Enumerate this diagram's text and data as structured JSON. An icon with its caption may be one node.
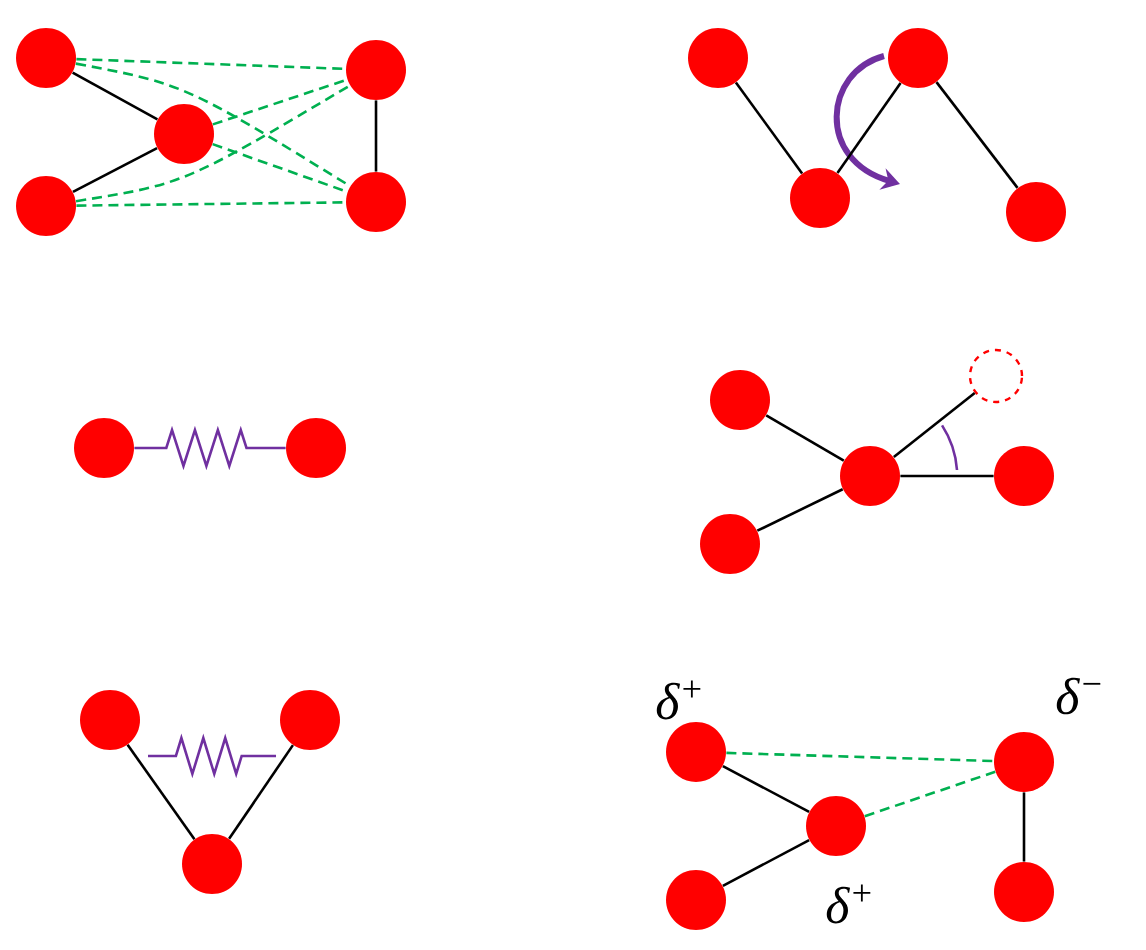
{
  "diagram": {
    "nodes": [
      {
        "text": [],
        "shape": "circle"
      },
      {
        "text": [],
        "shape": "circle"
      },
      {
        "text": [],
        "shape": "circle"
      },
      {
        "text": [],
        "shape": "circle"
      },
      {
        "text": [],
        "shape": "circle"
      },
      {
        "text": [],
        "shape": "circle"
      },
      {
        "text": [],
        "shape": "circle"
      },
      {
        "text": [],
        "shape": "circle"
      },
      {
        "text": [],
        "shape": "circle"
      },
      {
        "text": [],
        "shape": "circle"
      },
      {
        "text": [],
        "shape": "circle"
      },
      {
        "text": [],
        "shape": "circle"
      },
      {
        "text": [],
        "shape": "circle"
      },
      {
        "text": [],
        "shape": "circle"
      },
      {
        "text": [],
        "shape": "circle"
      },
      {
        "text": [],
        "shape": "circle"
      },
      {
        "text": [],
        "shape": "circle"
      },
      {
        "text": [],
        "shape": "circle"
      },
      {
        "text": [],
        "shape": "circle"
      },
      {
        "text": [],
        "shape": "circle",
        "beside": [
          "δ$^{+}$"
        ]
      },
      {
        "text": [],
        "shape": "circle",
        "beside": [
          "δ$^{+}$"
        ]
      },
      {
        "text": [],
        "shape": "circle",
        "beside": [
          "δ$^{−}$"
        ]
      },
      {
        "text": [],
        "shape": "circle"
      },
      {
        "text": [],
        "shape": "circle"
      }
    ],
    "edges": [
      {
        "from": 0,
        "to": 2,
        "arrow": "none"
      },
      {
        "from": 1,
        "to": 2,
        "arrow": "none"
      },
      {
        "from": 3,
        "to": 4,
        "arrow": "none"
      },
      {
        "from": 0,
        "to": 3,
        "arrow": "none",
        "style": "dashed",
        "color": "#00b050"
      },
      {
        "from": 0,
        "to": 4,
        "arrow": "none",
        "style": "dashed",
        "color": "#00b050"
      },
      {
        "from": 1,
        "to": 3,
        "arrow": "none",
        "style": "dashed",
        "color": "#00b050"
      },
      {
        "from": 1,
        "to": 4,
        "arrow": "none",
        "style": "dashed",
        "color": "#00b050"
      },
      {
        "from": 2,
        "to": 3,
        "arrow": "none",
        "style": "dashed",
        "color": "#00b050"
      },
      {
        "from": 2,
        "to": 4,
        "arrow": "none",
        "style": "dashed",
        "color": "#00b050"
      },
      {
        "from": 5,
        "to": 6,
        "arrow": "none"
      },
      {
        "from": 6,
        "to": 7,
        "arrow": "none"
      },
      {
        "from": 7,
        "to": 8,
        "arrow": "none"
      },
      {
        "from": 9,
        "to": 10,
        "arrow": "none",
        "color": "#7030a0"
      },
      {
        "from": 11,
        "to": 13,
        "arrow": "none"
      },
      {
        "from": 14,
        "to": 13,
        "arrow": "none"
      },
      {
        "from": 13,
        "to": 15,
        "arrow": "none"
      },
      {
        "from": 13,
        "to": 12,
        "arrow": "none"
      },
      {
        "from": 16,
        "to": 18,
        "arrow": "none"
      },
      {
        "from": 17,
        "to": 18,
        "arrow": "none"
      },
      {
        "from": 19,
        "to": 20,
        "arrow": "none"
      },
      {
        "from": 22,
        "to": 20,
        "arrow": "none"
      },
      {
        "from": 21,
        "to": 23,
        "arrow": "none"
      },
      {
        "from": 19,
        "to": 21,
        "arrow": "none",
        "style": "dashed",
        "color": "#00b050"
      },
      {
        "from": 20,
        "to": 21,
        "arrow": "none",
        "style": "dashed",
        "color": "#00b050"
      }
    ]
  }
}
